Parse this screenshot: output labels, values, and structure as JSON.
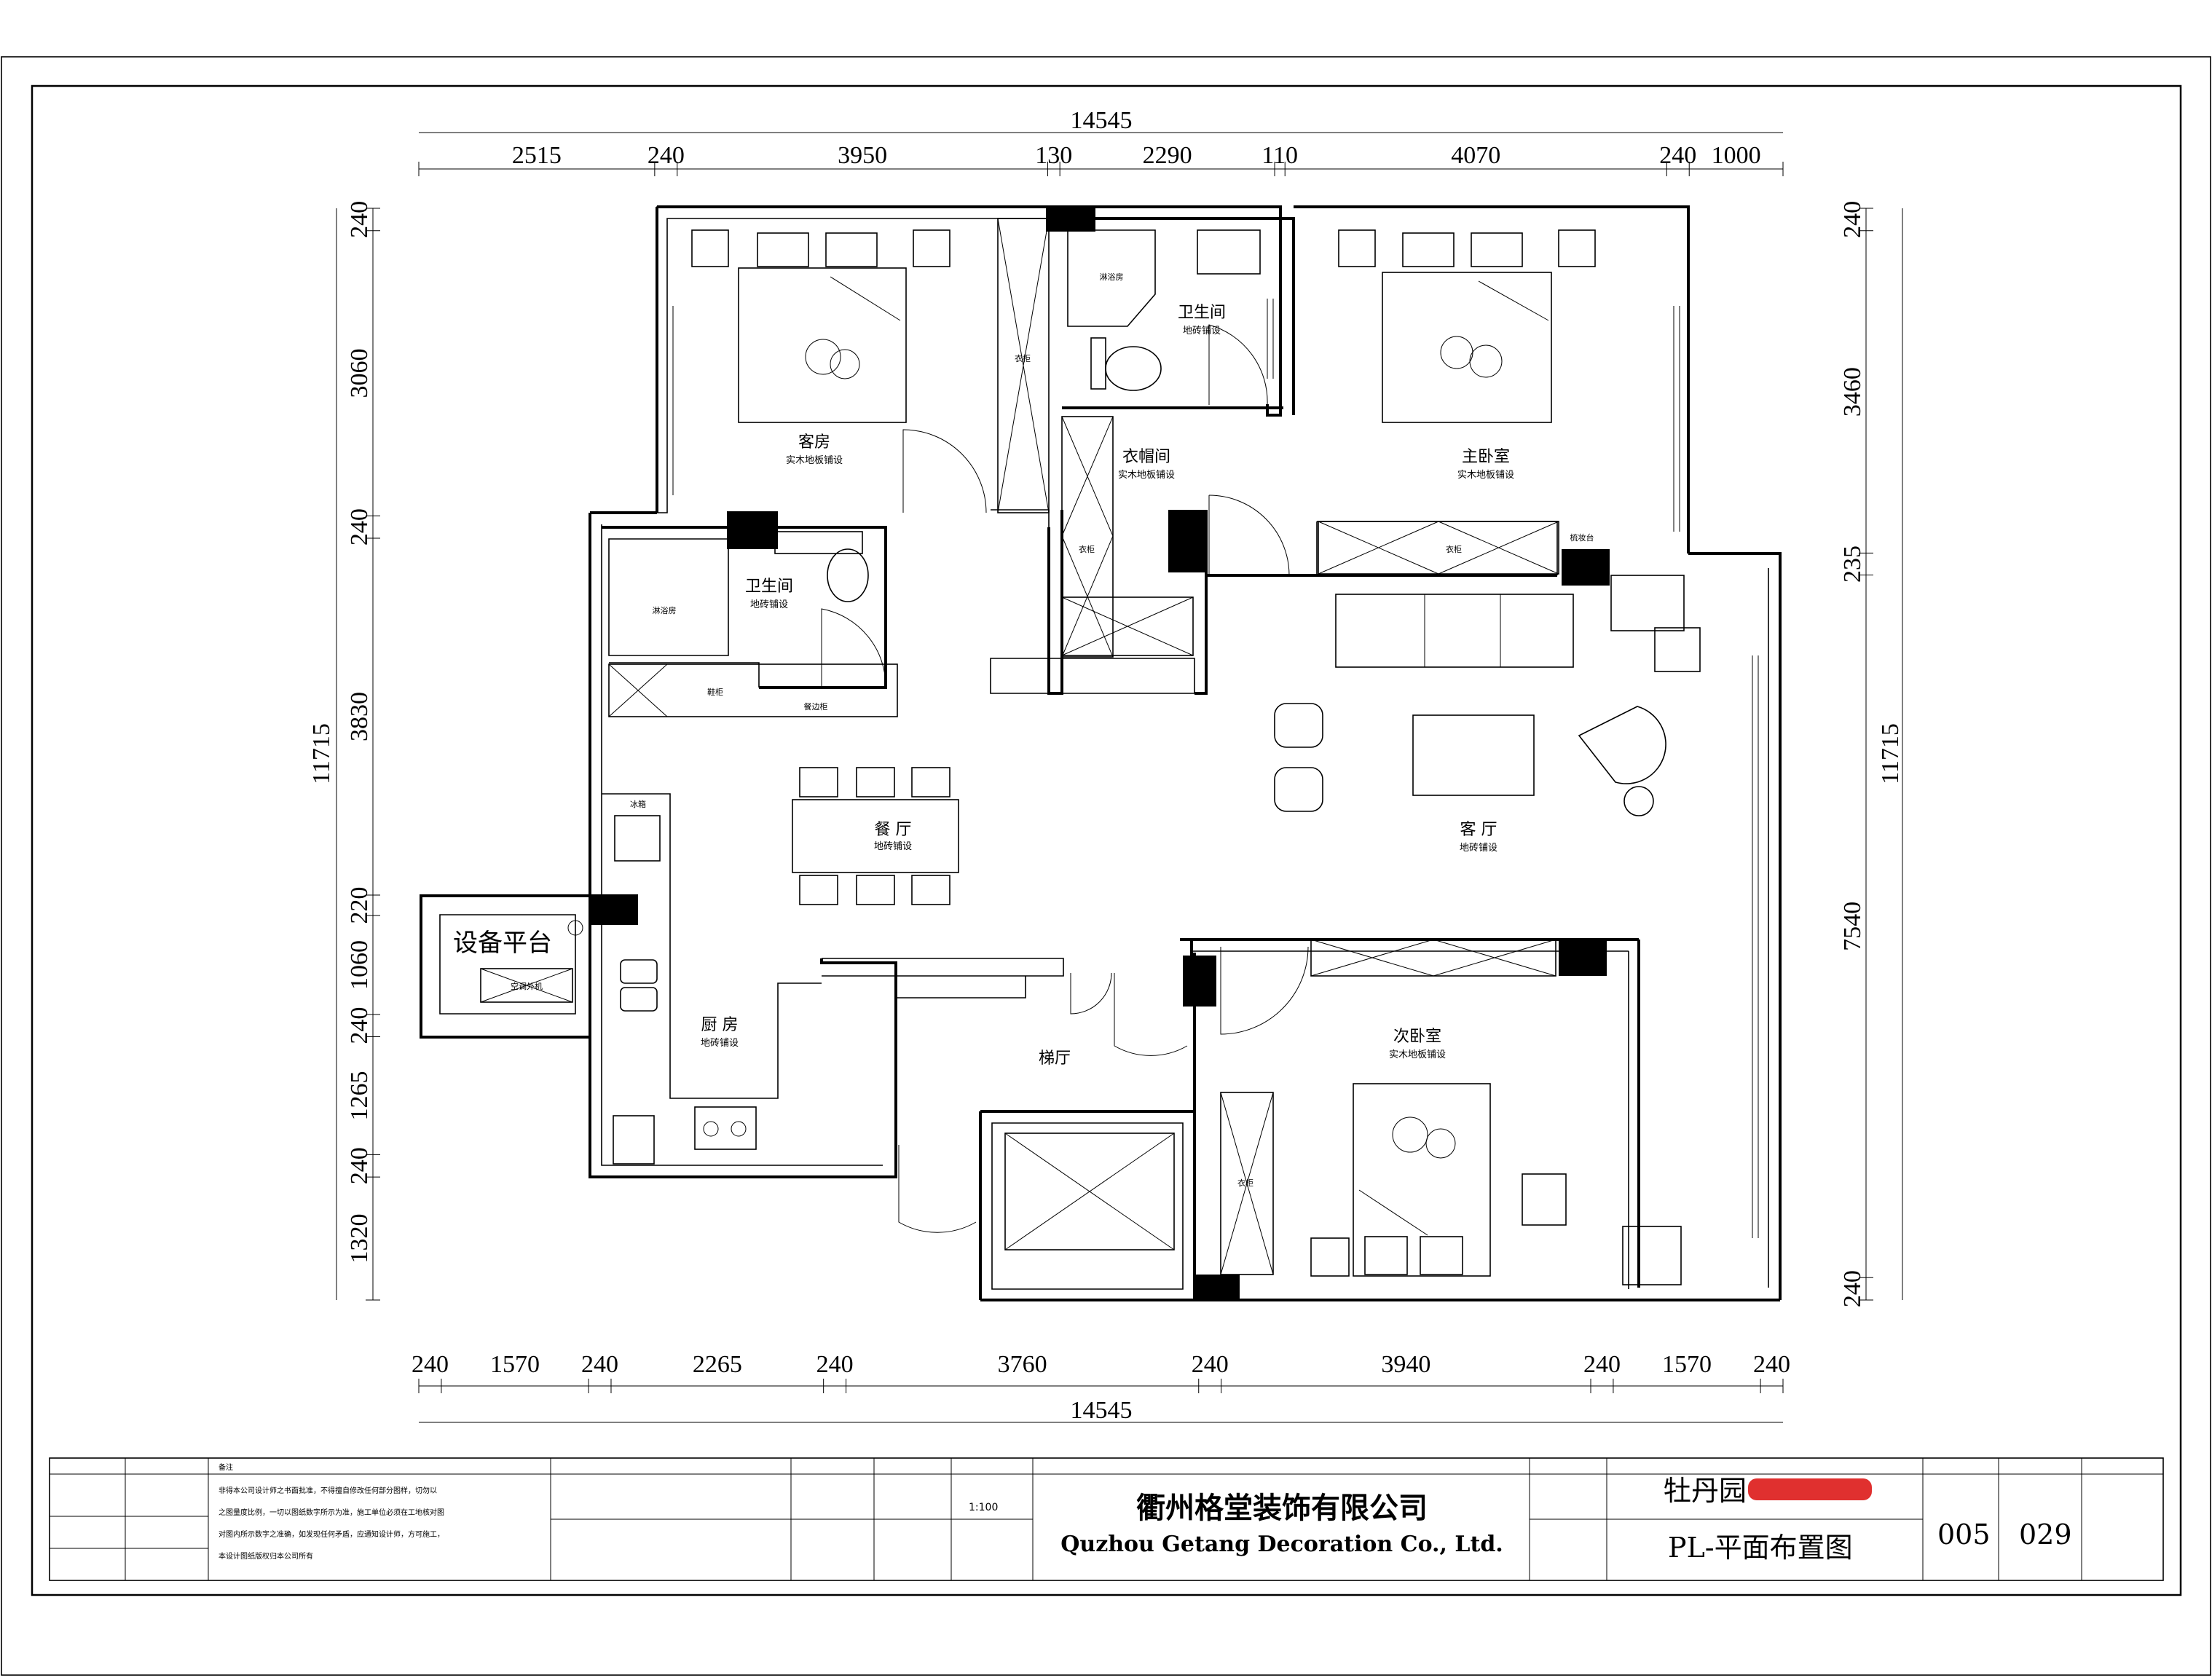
{
  "dims": {
    "top_total": "14545",
    "top_segments": [
      "2515",
      "240",
      "3950",
      "130",
      "2290",
      "110",
      "4070",
      "240",
      "1000"
    ],
    "bottom_total": "14545",
    "bottom_segments": [
      "240",
      "1570",
      "240",
      "2265",
      "240",
      "3760",
      "240",
      "3940",
      "240",
      "1570",
      "240"
    ],
    "left_total": "11715",
    "left_segments": [
      "240",
      "3060",
      "240",
      "3830",
      "220",
      "1060",
      "240",
      "1265",
      "240",
      "1320"
    ],
    "right_total": "11715",
    "right_segments": [
      "240",
      "3460",
      "235",
      "7540",
      "240"
    ]
  },
  "rooms": {
    "guest_room": {
      "name": "客房",
      "floor": "实木地板铺设"
    },
    "bath_top": {
      "name": "卫生间",
      "floor": "地砖铺设"
    },
    "master": {
      "name": "主卧室",
      "floor": "实木地板铺设"
    },
    "cloak": {
      "name": "衣帽间",
      "floor": "实木地板铺设"
    },
    "bath_left": {
      "name": "卫生间",
      "floor": "地砖铺设"
    },
    "dining": {
      "name": "餐 厅",
      "floor": "地砖铺设"
    },
    "living": {
      "name": "客 厅",
      "floor": "地砖铺设"
    },
    "kitchen": {
      "name": "厨 房",
      "floor": "地砖铺设"
    },
    "elevator": {
      "name": "梯厅"
    },
    "second": {
      "name": "次卧室",
      "floor": "实木地板铺设"
    },
    "platform": {
      "name": "设备平台",
      "floor": "空调外机"
    }
  },
  "small_labels": {
    "shower_a": "淋浴房",
    "shower_b": "淋浴房",
    "wardrobe": "衣柜",
    "wardrobe_b": "衣柜",
    "wardrobe_c": "衣柜",
    "wardrobe_d": "衣柜",
    "dresser": "梳妆台",
    "fridge": "冰箱",
    "shoe": "鞋柜",
    "sideboard": "餐边柜"
  },
  "title_block": {
    "note_title": "备注",
    "note_text": [
      "非得本公司设计师之书面批准，不得擅自修改任何部分图样，切勿以",
      "之图量度比例，一切以图纸数字所示为准，施工单位必须在工地核对图",
      "对图内所示数字之准确，如发现任何矛盾，应通知设计师，方可施工，",
      "本设计图纸版权归本公司所有"
    ],
    "company_cn": "衢州格堂装饰有限公司",
    "company_en": "Quzhou Getang Decoration Co., Ltd.",
    "project": "牡丹园",
    "drawing": "PL-平面布置图",
    "page_no": "005",
    "total_no": "029",
    "scale": "1:100"
  },
  "colors": {
    "redact": "#e0302f"
  }
}
